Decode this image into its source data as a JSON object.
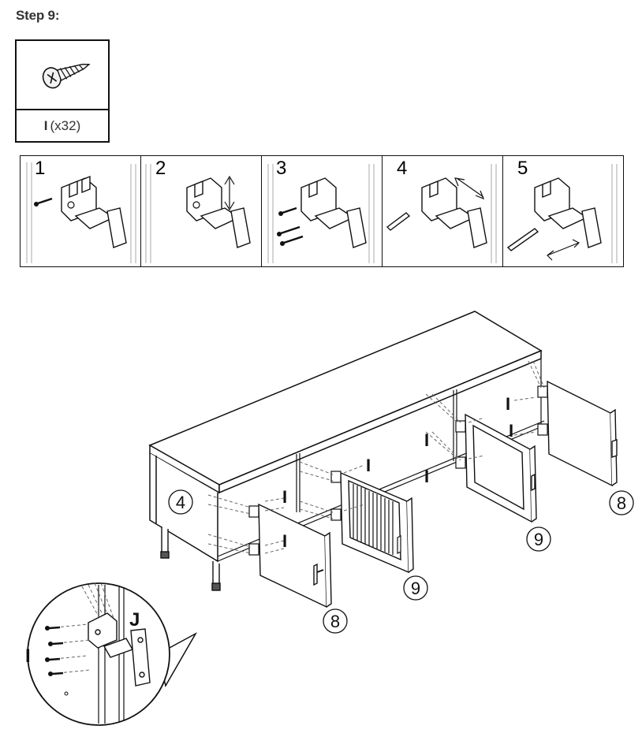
{
  "step": {
    "title": "Step 9:"
  },
  "part": {
    "letter": "I",
    "quantity": "(x32)",
    "icon": "screw-icon"
  },
  "panels": [
    {
      "number": "1"
    },
    {
      "number": "2"
    },
    {
      "number": "3"
    },
    {
      "number": "4"
    },
    {
      "number": "5"
    }
  ],
  "labels": {
    "panel_left": "4",
    "door_left": "8",
    "door_center": "9",
    "door_center_right": "9",
    "door_right": "8",
    "screw_letter": "I",
    "hinge_letter": "J"
  }
}
